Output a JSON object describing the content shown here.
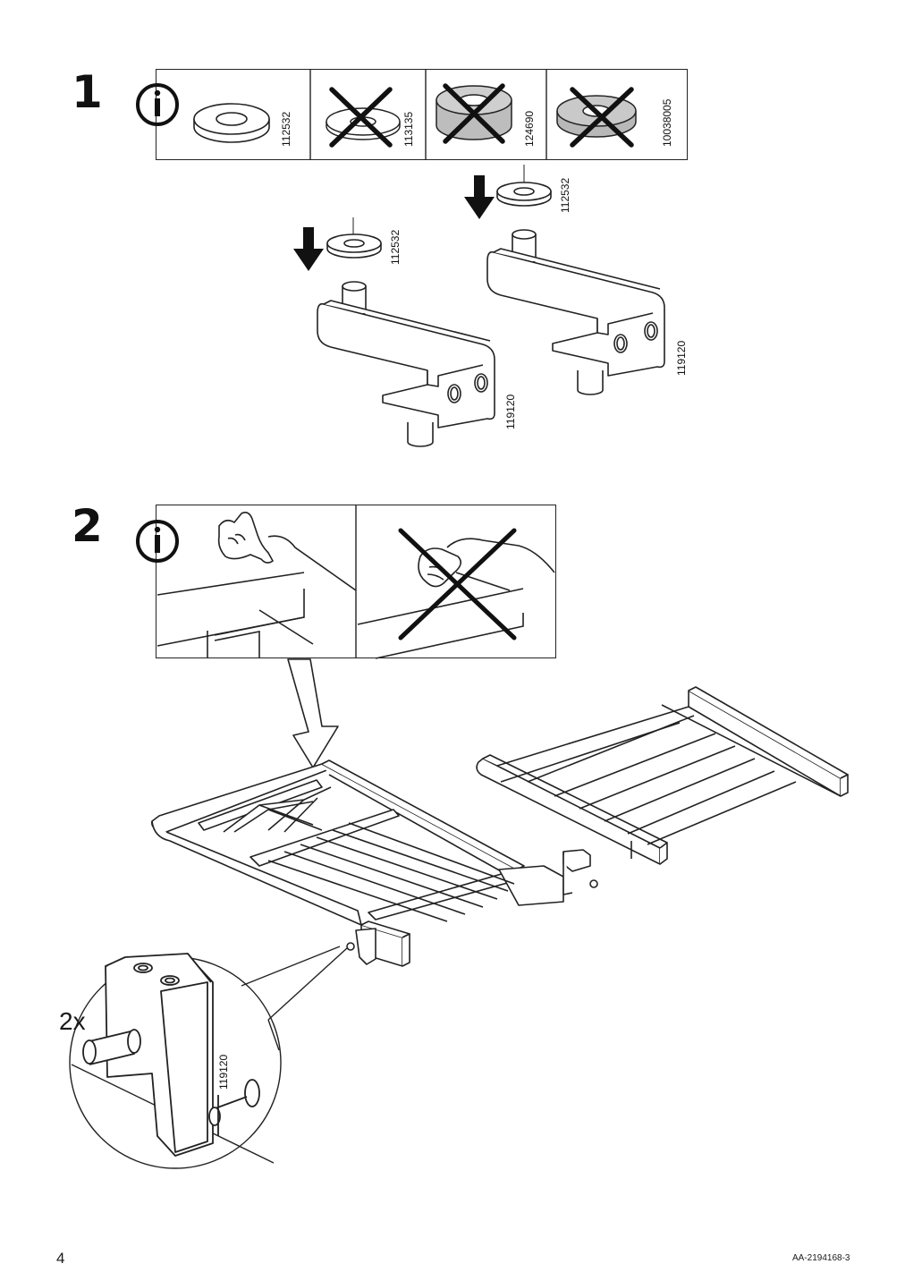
{
  "steps": [
    {
      "number": "1"
    },
    {
      "number": "2"
    }
  ],
  "step1": {
    "washer_options": [
      {
        "part": "112532",
        "allowed": true
      },
      {
        "part": "113135",
        "allowed": false
      },
      {
        "part": "124690",
        "allowed": false
      },
      {
        "part": "10038005",
        "allowed": false
      }
    ],
    "left_assembly": {
      "washer_part": "112532",
      "bracket_part": "119120"
    },
    "right_assembly": {
      "washer_part": "112532",
      "bracket_part": "119120"
    }
  },
  "step2": {
    "info_panels": [
      {
        "state": "correct"
      },
      {
        "state": "incorrect"
      }
    ],
    "detail": {
      "quantity": "2x",
      "bracket_part": "119120"
    }
  },
  "footer": {
    "page_number": "4",
    "document_code": "AA-2194168-3"
  }
}
